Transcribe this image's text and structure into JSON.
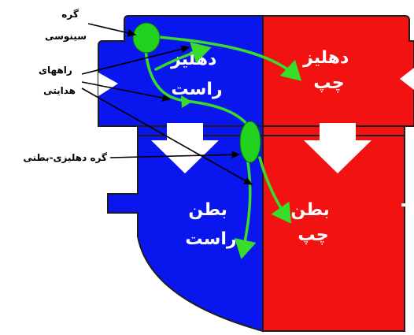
{
  "colors": {
    "right_heart": "#0a16ee",
    "left_heart": "#f21212",
    "outline": "#1c1c1c",
    "pathway": "#38dd2a",
    "node": "#23d21e",
    "arrow_fill": "#ffffff",
    "pointer": "#000000"
  },
  "chambers": {
    "right_atrium": [
      "دهلیز",
      "راست"
    ],
    "left_atrium": [
      "دهلیز",
      "چپ"
    ],
    "right_ventricle": [
      "بطن",
      "راست"
    ],
    "left_ventricle": [
      "بطن",
      "چپ"
    ]
  },
  "callouts": {
    "sinus_node": [
      "گره",
      "سینوسی"
    ],
    "conduction_pathways": [
      "راههای",
      "هدایتی"
    ],
    "av_node": "گره دهلیزی-بطنی"
  },
  "icons": {
    "flow_arrows": "down-arrow-icon",
    "nodes": "ellipse-node-icon"
  }
}
